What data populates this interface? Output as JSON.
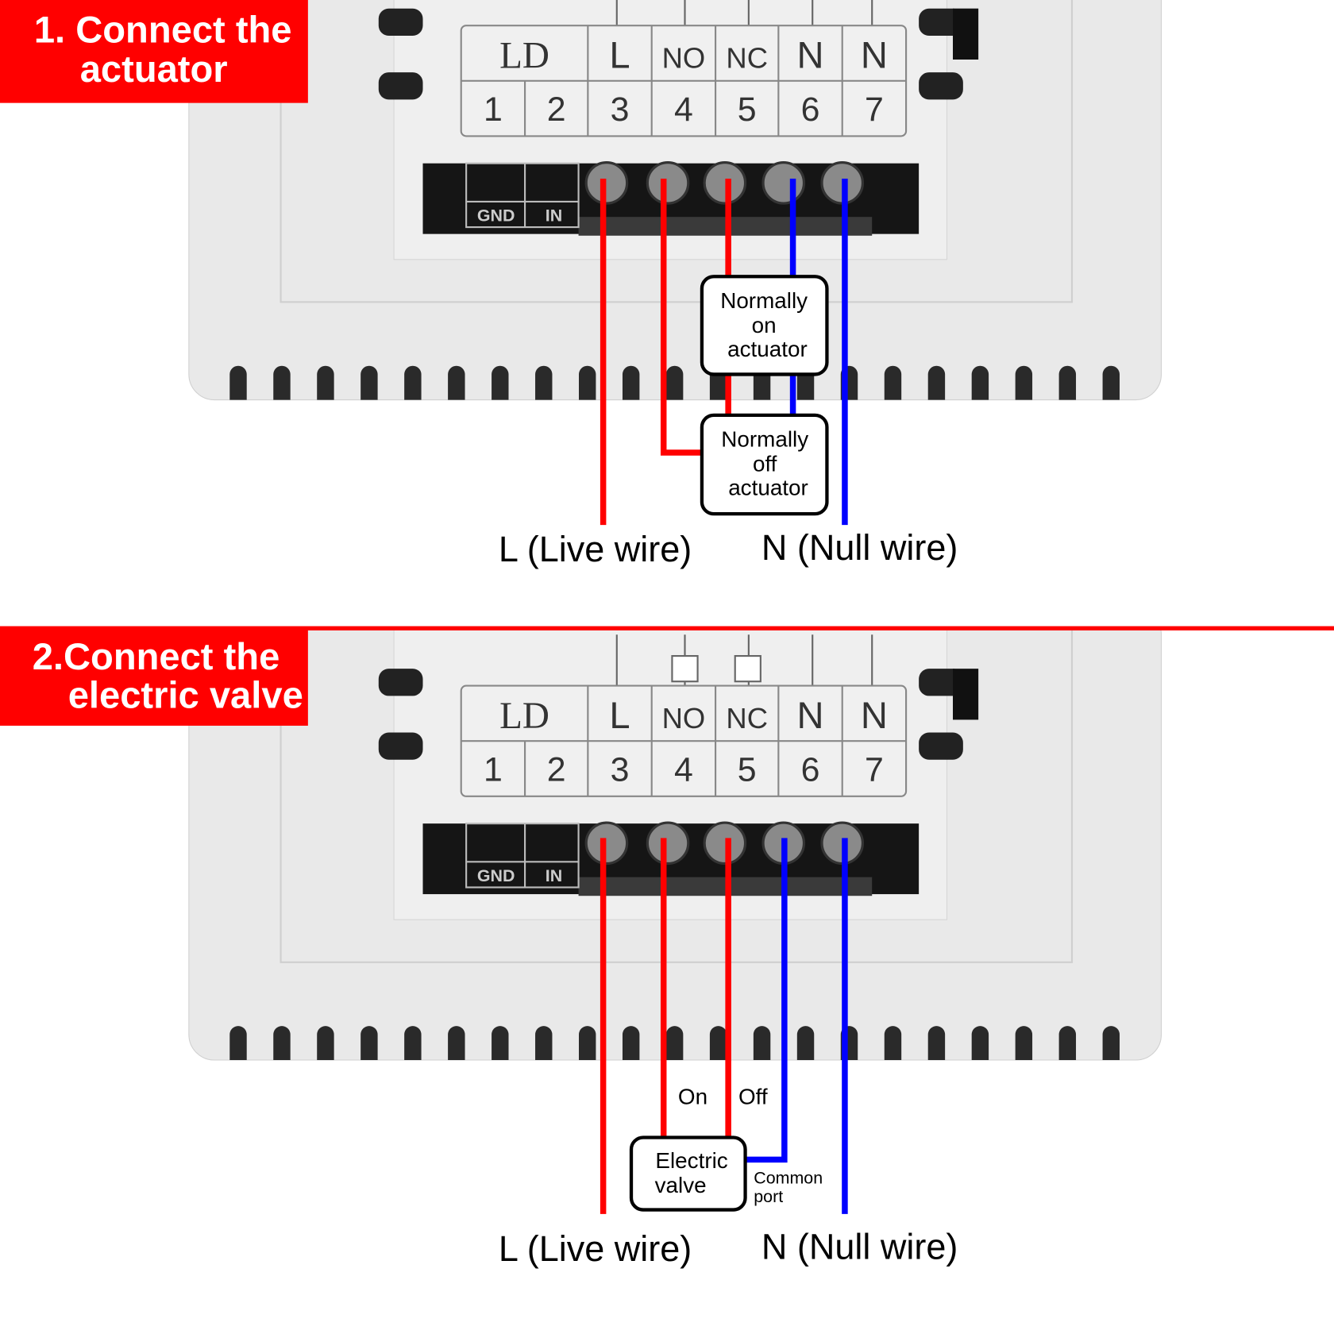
{
  "terminals": {
    "top": [
      "LD",
      "L",
      "NO",
      "NC",
      "N",
      "N"
    ],
    "numbers": [
      "1",
      "2",
      "3",
      "4",
      "5",
      "6",
      "7"
    ],
    "strip": [
      "GND",
      "IN"
    ]
  },
  "panel1": {
    "title_line1": "1. Connect the",
    "title_line2": "actuator",
    "box_on": [
      "Normally",
      "on",
      "actuator"
    ],
    "box_off": [
      "Normally",
      "off",
      "actuator"
    ],
    "live_label": "L (Live wire)",
    "null_label": "N (Null wire)"
  },
  "panel2": {
    "title_line1": "2.Connect the",
    "title_line2": "electric valve",
    "on_label": "On",
    "off_label": "Off",
    "valve": [
      "Electric",
      "valve"
    ],
    "common": [
      "Common",
      "port"
    ],
    "live_label": "L (Live wire)",
    "null_label": "N (Null wire)"
  },
  "colors": {
    "red": "#ff0000",
    "blue": "#0000ff",
    "header": "#ff0000"
  }
}
